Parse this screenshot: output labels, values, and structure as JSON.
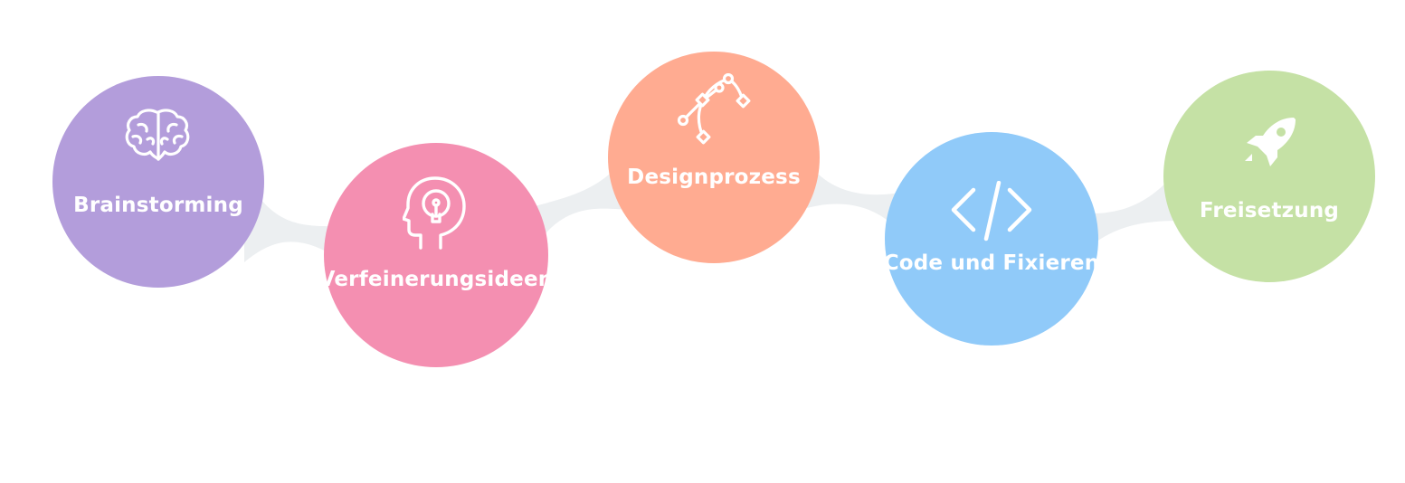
{
  "steps": [
    {
      "id": "brainstorming",
      "label": "Brainstorming",
      "icon": "brain-icon",
      "color": "#b39ddb"
    },
    {
      "id": "refine",
      "label": "Verfeinerungsideen",
      "icon": "idea-head-icon",
      "color": "#f48fb1"
    },
    {
      "id": "design",
      "label": "Designprozess",
      "icon": "bezier-curve-icon",
      "color": "#ffab91"
    },
    {
      "id": "code",
      "label": "Code und Fixieren",
      "icon": "code-icon",
      "color": "#90caf9"
    },
    {
      "id": "release",
      "label": "Freisetzung",
      "icon": "rocket-icon",
      "color": "#c5e1a5"
    }
  ],
  "connector_color": "#eceff1"
}
